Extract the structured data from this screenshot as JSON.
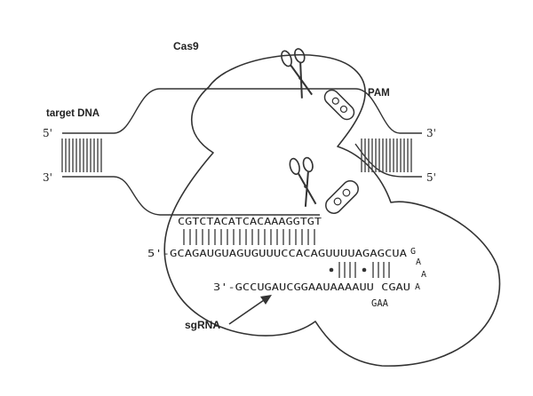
{
  "labels": {
    "cas9": "Cas9",
    "target_dna": "target DNA",
    "pam": "PAM",
    "sgrna": "sgRNA"
  },
  "strand_ends": {
    "top_left": "5'",
    "bottom_left": "3'",
    "top_right": "3'",
    "bottom_right": "5'"
  },
  "sequences": {
    "target": "CGTCTACATCACAAAGGTGT",
    "guide": "5'-GCAGAUGUAGUGUUUCCACAGUUUUAGAGCUA",
    "loop_g": "G",
    "loop_a1": "A",
    "loop_a2": "A",
    "loop_a3": "A",
    "scaffold": "3'-GCCUGAUCGGAAUAAAAUU CGAU",
    "gaa": "GAA"
  },
  "colors": {
    "line": "#333333",
    "text": "#222222"
  }
}
